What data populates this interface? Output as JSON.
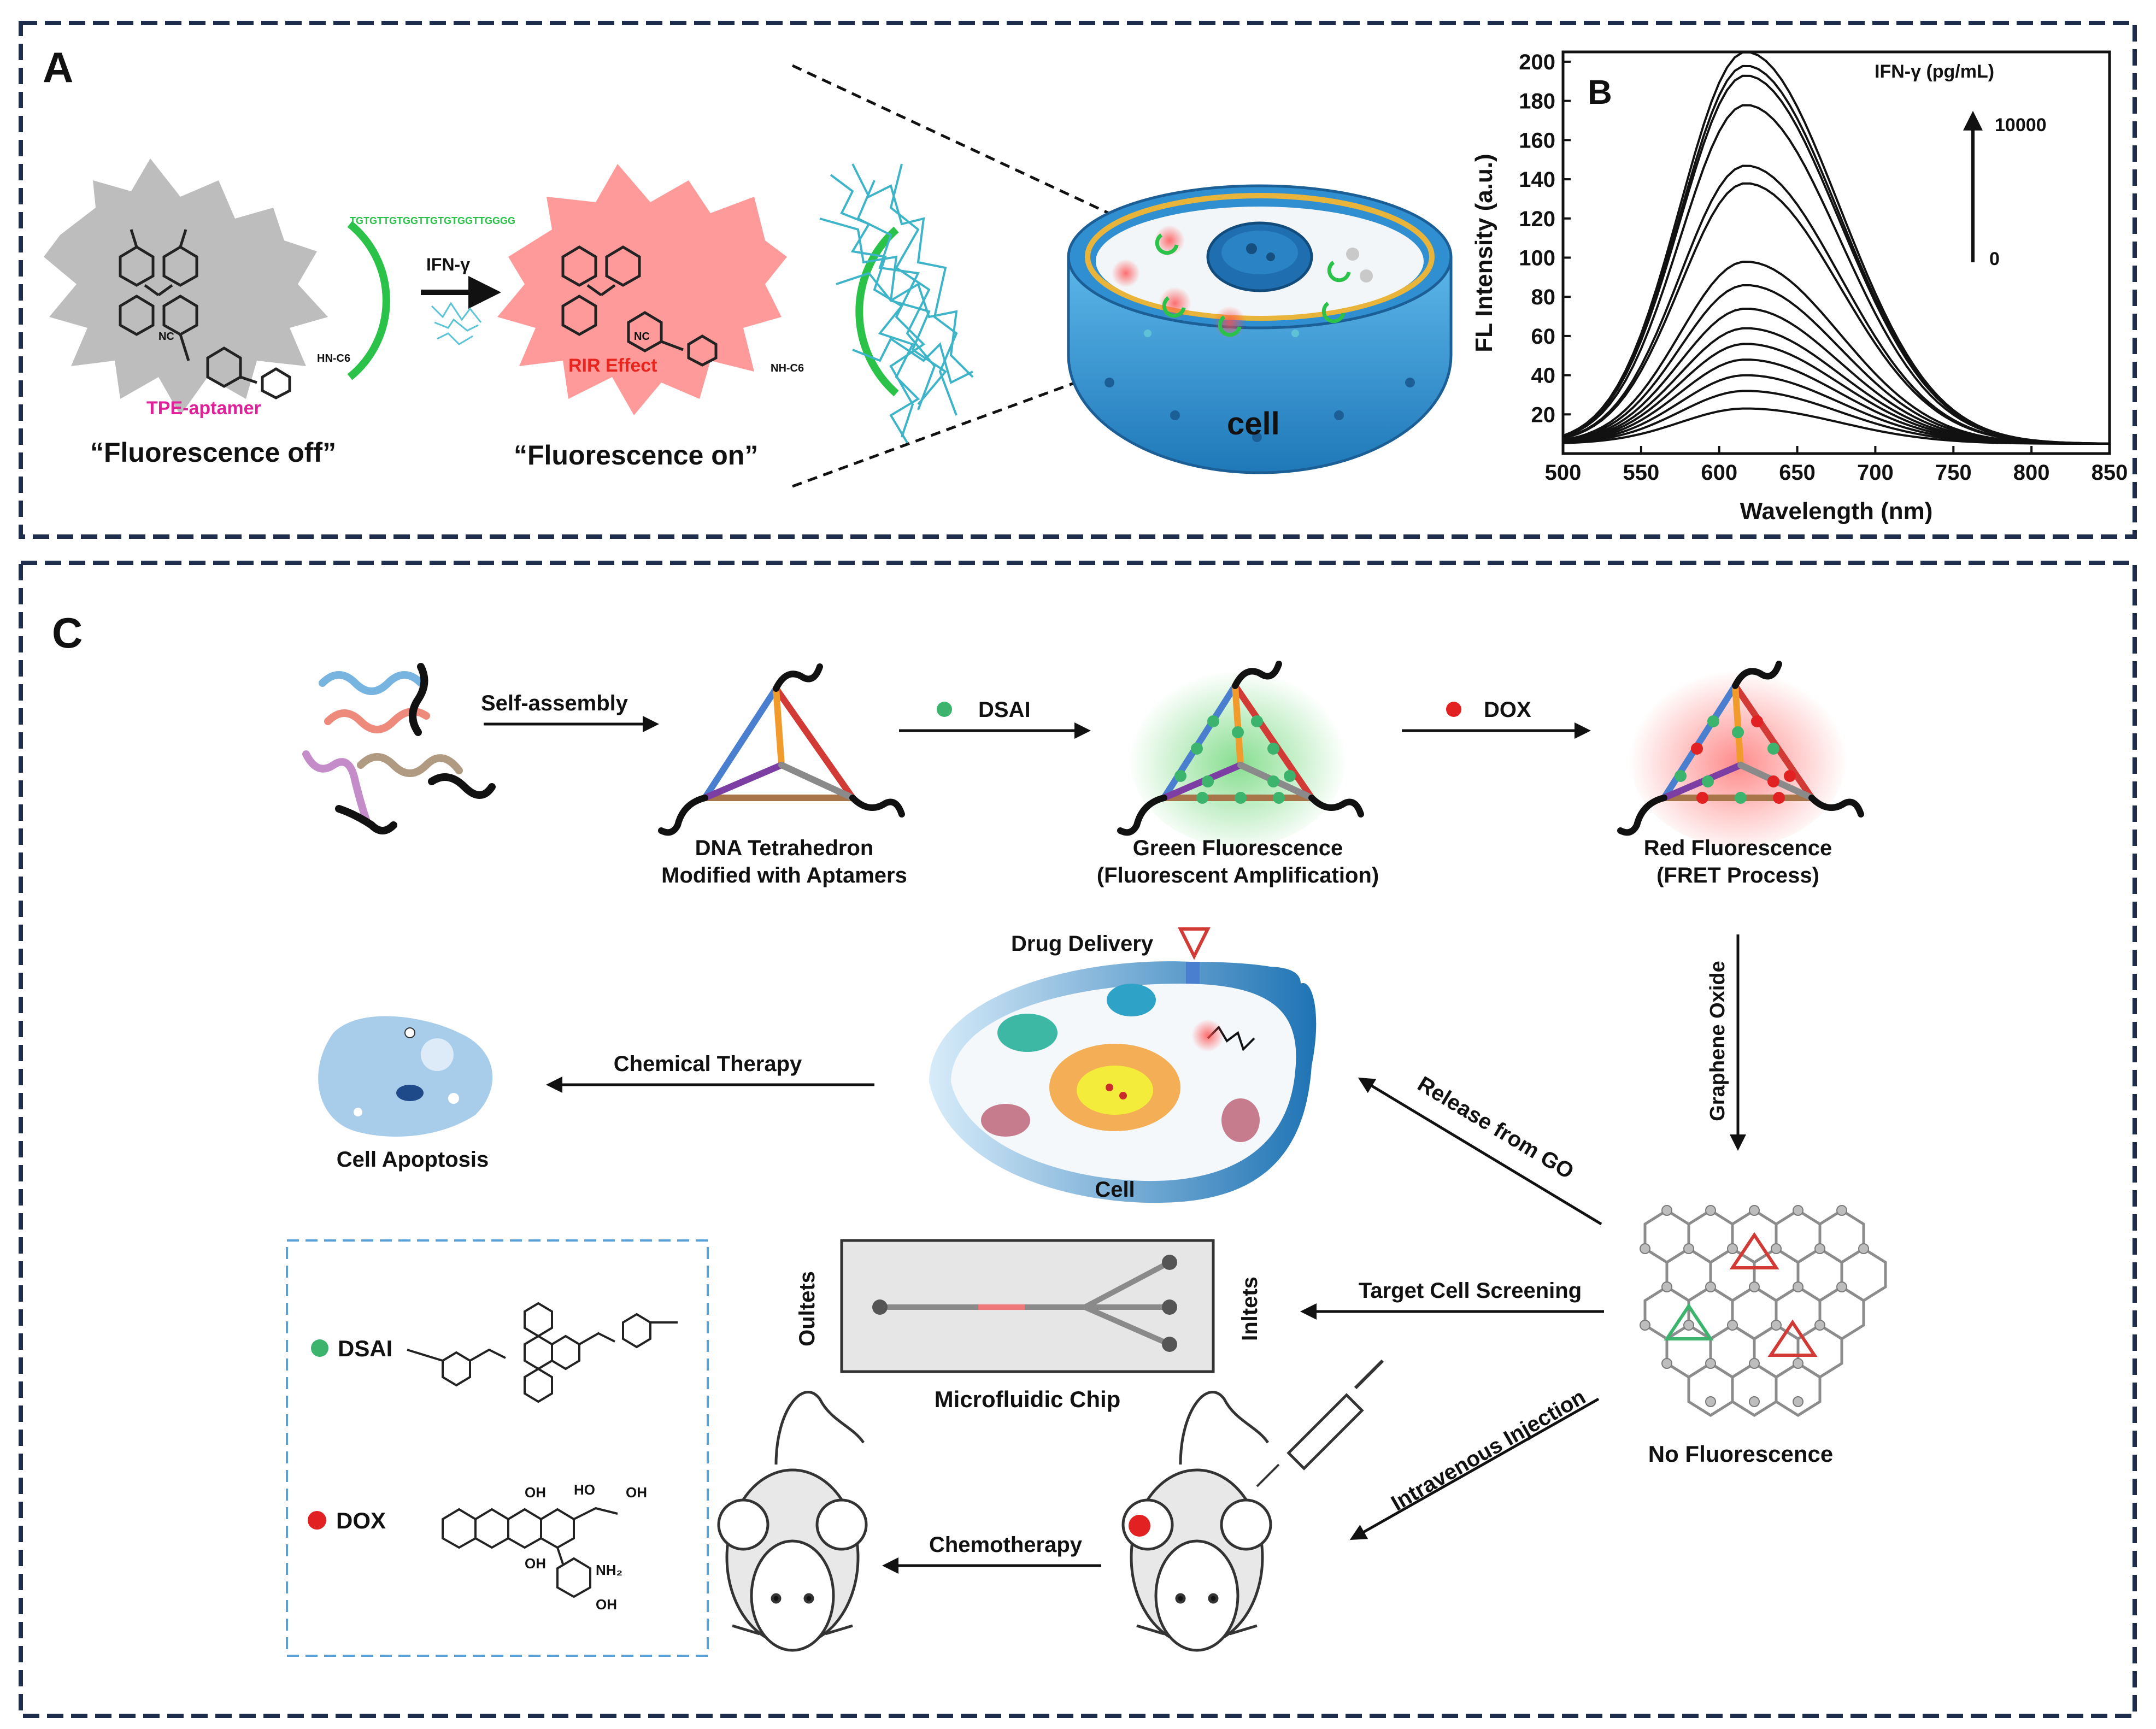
{
  "panelA": {
    "label": "A",
    "tpe_aptamer_label": "TPE-aptamer",
    "ifn_arrow_label": "IFN-γ",
    "rir_effect_label": "RIR Effect",
    "fluorescence_off": "“Fluorescence off”",
    "fluorescence_on": "“Fluorescence on”",
    "cell_label": "cell",
    "aptamer_sequence": "TGTGTTGTGGTTGTGTGGTTGGGG",
    "chem_labels": {
      "nc": "NC",
      "hn_c6": "HN-C6",
      "nh_c6": "NH-C6"
    },
    "colors": {
      "tpe_label": "#e0219a",
      "rir_label": "#e8241f",
      "aptamer": "#2bc24a",
      "gray_burst": "#bdbdbd",
      "red_burst": "#ff8f8f",
      "cell": "#2f8fd0"
    }
  },
  "panelB": {
    "label": "B",
    "legend_title": "IFN-γ (pg/mL)",
    "legend_high": "10000",
    "legend_low": "0"
  },
  "chart_data": {
    "type": "line",
    "title": "",
    "xlabel": "Wavelength (nm)",
    "ylabel": "FL Intensity (a.u.)",
    "xlim": [
      500,
      850
    ],
    "ylim": [
      0,
      205
    ],
    "xticks": [
      500,
      550,
      600,
      650,
      700,
      750,
      800,
      850
    ],
    "yticks": [
      20,
      40,
      60,
      80,
      100,
      120,
      140,
      160,
      180,
      200
    ],
    "peak_wavelength": 617,
    "baseline": 5,
    "grid": false,
    "series_peak_intensity": [
      23,
      32,
      40,
      48,
      56,
      64,
      74,
      86,
      98,
      138,
      147,
      178,
      193,
      198,
      205
    ]
  },
  "panelC": {
    "label": "C",
    "self_assembly": "Self-assembly",
    "dsai_arrow": "DSAI",
    "dox_arrow": "DOX",
    "tetra_caption": [
      "DNA Tetrahedron",
      "Modified with Aptamers"
    ],
    "green_caption": [
      "Green Fluorescence",
      "(Fluorescent Amplification)"
    ],
    "red_caption": [
      "Red Fluorescence",
      "(FRET Process)"
    ],
    "graphene_oxide": "Graphene Oxide",
    "drug_delivery": "Drug Delivery",
    "chemical_therapy": "Chemical Therapy",
    "cell_apoptosis": "Cell Apoptosis",
    "cell": "Cell",
    "release_from_go": "Release from GO",
    "target_cell_screening": "Target Cell Screening",
    "outlets": "Oultets",
    "inlets": "Inltets",
    "microfluidic_chip": "Microfluidic Chip",
    "no_fluorescence": "No Fluorescence",
    "intravenous_injection": "Intravenous Injection",
    "chemotherapy": "Chemotherapy",
    "legend_dsai": "DSAI",
    "legend_dox": "DOX",
    "colors": {
      "dsai": "#3cb46e",
      "dox": "#e22222",
      "frame": "#1f2d4d",
      "legend_border": "#5aa0d8"
    },
    "chem_labels": {
      "oh": "OH",
      "ho": "HO",
      "nh2": "NH₂"
    }
  }
}
